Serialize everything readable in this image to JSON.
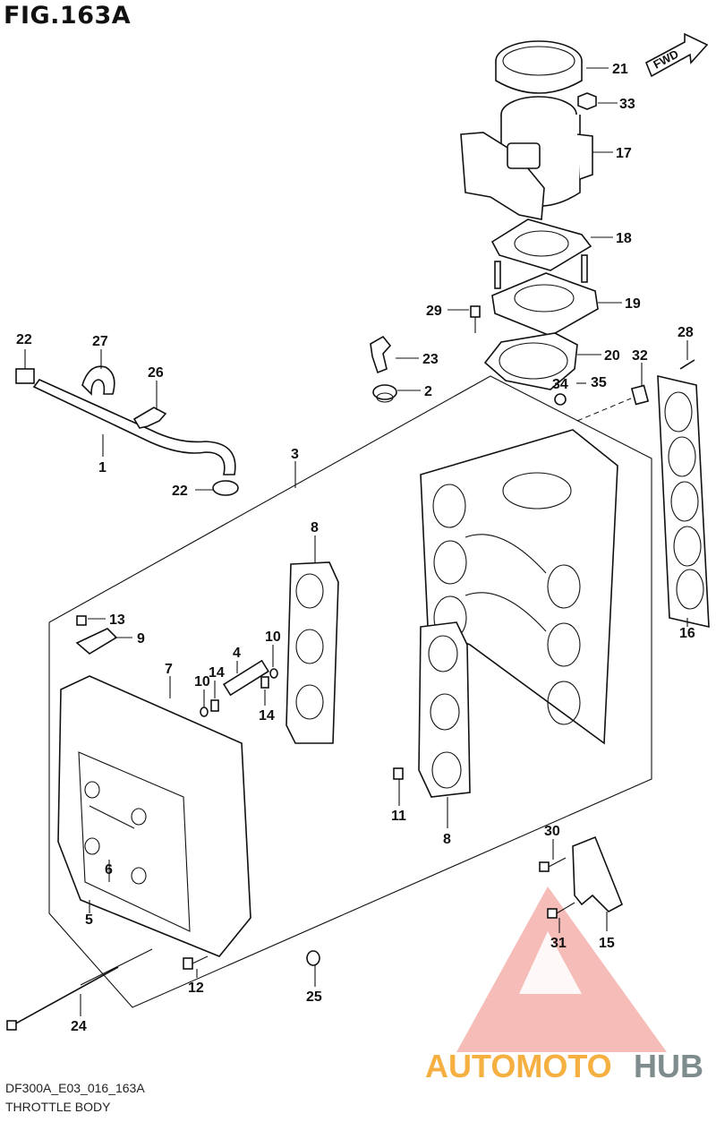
{
  "figure": {
    "title": "FIG.163A",
    "code": "DF300A_E03_016_163A",
    "name": "THROTTLE BODY",
    "direction_label": "FWD"
  },
  "watermark": {
    "part1": "AUTOMOTO",
    "part2": "HUB",
    "colors": {
      "orange": "#f5b041",
      "red": "#e74c3c",
      "gray": "#7f8c8d"
    }
  },
  "callouts": [
    "21",
    "33",
    "17",
    "18",
    "19",
    "29",
    "20",
    "23",
    "2",
    "32",
    "28",
    "34",
    "35",
    "22",
    "27",
    "26",
    "1",
    "22",
    "3",
    "8",
    "13",
    "9",
    "7",
    "4",
    "10",
    "14",
    "10",
    "14",
    "16",
    "11",
    "8",
    "6",
    "5",
    "30",
    "12",
    "31",
    "15",
    "25",
    "24"
  ]
}
